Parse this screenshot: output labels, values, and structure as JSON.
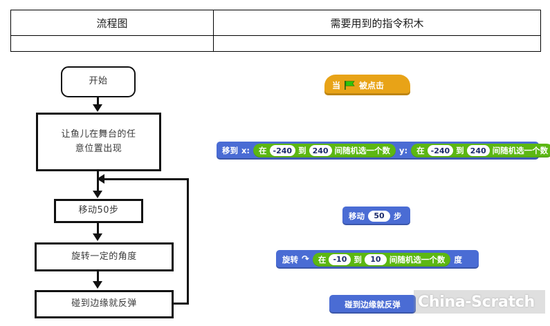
{
  "table": {
    "headers": [
      "流程图",
      "需要用到的指令积木"
    ],
    "blank_row": [
      "",
      ""
    ]
  },
  "flowchart": {
    "nodes": [
      {
        "id": "start",
        "label": "开始",
        "shape": "rounded-rect"
      },
      {
        "id": "spawn",
        "label": "让鱼儿在舞台的任\n意位置出现",
        "line1": "让鱼儿在舞台的任",
        "line2": "意位置出现",
        "shape": "rect"
      },
      {
        "id": "move",
        "label": "移动50步",
        "shape": "rect"
      },
      {
        "id": "turn",
        "label": "旋转一定的角度",
        "shape": "rect"
      },
      {
        "id": "bounce",
        "label": "碰到边缘就反弹",
        "shape": "rect"
      }
    ],
    "loop_from": "bounce",
    "loop_to": "move"
  },
  "blocks": {
    "hat": {
      "prefix": "当",
      "icon": "green-flag",
      "suffix": "被点击",
      "color": "#e8a317"
    },
    "goto": {
      "verb": "移到",
      "x_label": "x:",
      "y_label": "y:",
      "color": "#4a6cd4",
      "random_x": {
        "prefix": "在",
        "from": "-240",
        "mid": "到",
        "to": "240",
        "suffix": "间随机选一个数"
      },
      "random_y": {
        "prefix": "在",
        "from": "-240",
        "mid": "到",
        "to": "240",
        "suffix": "间随机选一个数"
      }
    },
    "move": {
      "verb": "移动",
      "value": "50",
      "unit": "步",
      "color": "#4a6cd4"
    },
    "turn": {
      "verb": "旋转",
      "icon": "turn-right-arrow",
      "unit": "度",
      "color": "#4a6cd4",
      "random": {
        "prefix": "在",
        "from": "-10",
        "mid": "到",
        "to": "10",
        "suffix": "间随机选一个数"
      }
    },
    "bounce": {
      "label": "碰到边缘就反弹",
      "color": "#4a6cd4"
    },
    "operator_color": "#5cb712"
  },
  "watermark": {
    "text": "China-Scratch"
  }
}
